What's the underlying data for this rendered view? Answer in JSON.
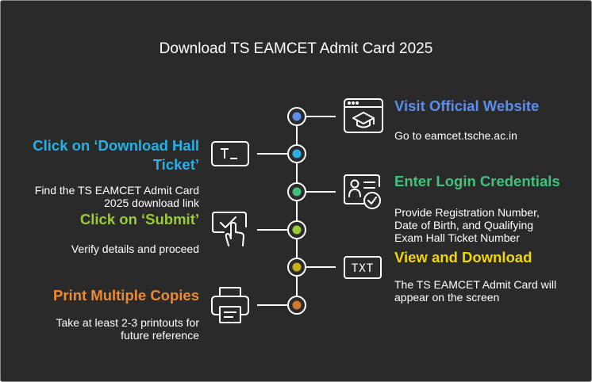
{
  "title": "Download TS EAMCET Admit Card 2025",
  "colors": {
    "background": "#2a2a2a",
    "blue": "#5b8def",
    "cyan": "#27b0e6",
    "green": "#3fc37c",
    "lime": "#9acd32",
    "yellow": "#f2d600",
    "orange": "#f08a30"
  },
  "steps": [
    {
      "heading": "Visit Official Website",
      "description_lines": [
        "Go to eamcet.tsche.ac.in"
      ],
      "icon": "browser-graduation-cap-icon",
      "side": "right"
    },
    {
      "heading_lines": [
        "Click on ‘Download Hall",
        "Ticket’"
      ],
      "description_lines": [
        "Find the TS EAMCET Admit Card",
        "2025 download link"
      ],
      "icon": "terminal-icon",
      "side": "left"
    },
    {
      "heading": "Enter Login Credentials",
      "description_lines": [
        "Provide Registration Number,",
        "Date of Birth, and Qualifying",
        "Exam Hall Ticket Number"
      ],
      "icon": "id-card-check-icon",
      "side": "right"
    },
    {
      "heading": "Click on ‘Submit’",
      "description_lines": [
        "Verify details and proceed"
      ],
      "icon": "touch-check-icon",
      "side": "left"
    },
    {
      "heading": "View and Download",
      "description_lines": [
        "The TS EAMCET Admit Card will",
        "appear on the screen"
      ],
      "icon": "txt-file-icon",
      "icon_text": "TXT",
      "side": "right"
    },
    {
      "heading": "Print Multiple Copies",
      "description_lines": [
        "Take at least 2-3 printouts for",
        "future reference"
      ],
      "icon": "printer-icon",
      "side": "left"
    }
  ]
}
